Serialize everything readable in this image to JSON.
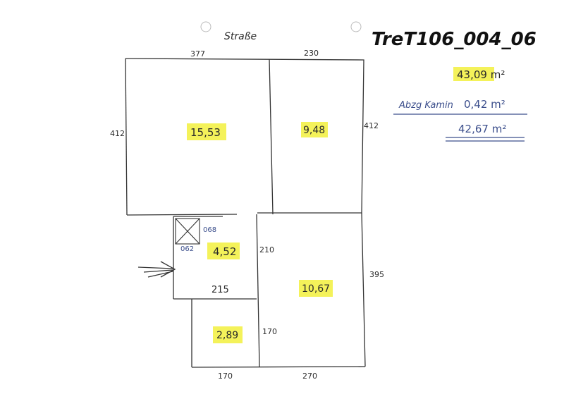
{
  "document": {
    "code": "TreT106_004_06",
    "street_label": "Straße"
  },
  "summary": {
    "total": "43,09 m²",
    "deduction_label": "Abzg Kamin",
    "deduction_value": "0,42 m²",
    "net": "42,67 m²"
  },
  "rooms": {
    "room_1_area": "15,53",
    "room_2_area": "9,48",
    "hall_area": "4,52",
    "room_4_area": "10,67",
    "room_5_area": "2,89"
  },
  "dimensions": {
    "top_left": "377",
    "top_right": "230",
    "left_height": "412",
    "right_height": "412",
    "lower_right_height": "395",
    "hall_inner_height": "210",
    "hall_width": "215",
    "small_room_height": "170",
    "bottom_left": "170",
    "bottom_right": "270",
    "chimney_width": "062",
    "chimney_height": "068"
  },
  "colors": {
    "highlight": "#f4f25a",
    "ink": "#2a2a2a",
    "blue_ink": "#3c4f8c"
  }
}
